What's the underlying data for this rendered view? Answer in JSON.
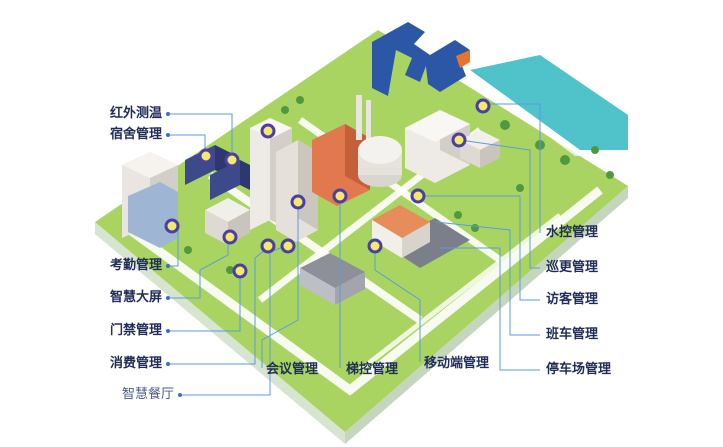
{
  "left_labels": [
    "红外测温",
    "宿舍管理",
    "考勤管理",
    "智慧大屏",
    "门禁管理",
    "消费管理",
    "智慧餐厅"
  ],
  "right_labels": [
    "水控管理",
    "巡更管理",
    "访客管理",
    "班车管理",
    "停车场管理"
  ],
  "bottom_labels": [
    "会议管理",
    "梯控管理",
    "移动端管理"
  ],
  "colors": {
    "leader_line": "#5b9be0",
    "label_text": "#1f2d57",
    "grass": "#a9d461",
    "road": "#ffffff",
    "water": "#4fc3c9",
    "marker_ring": "#4a3fa3",
    "marker_core": "#f6e86a",
    "logo_blue": "#2c57a6"
  },
  "logo_icon": "rg-letter-logo"
}
